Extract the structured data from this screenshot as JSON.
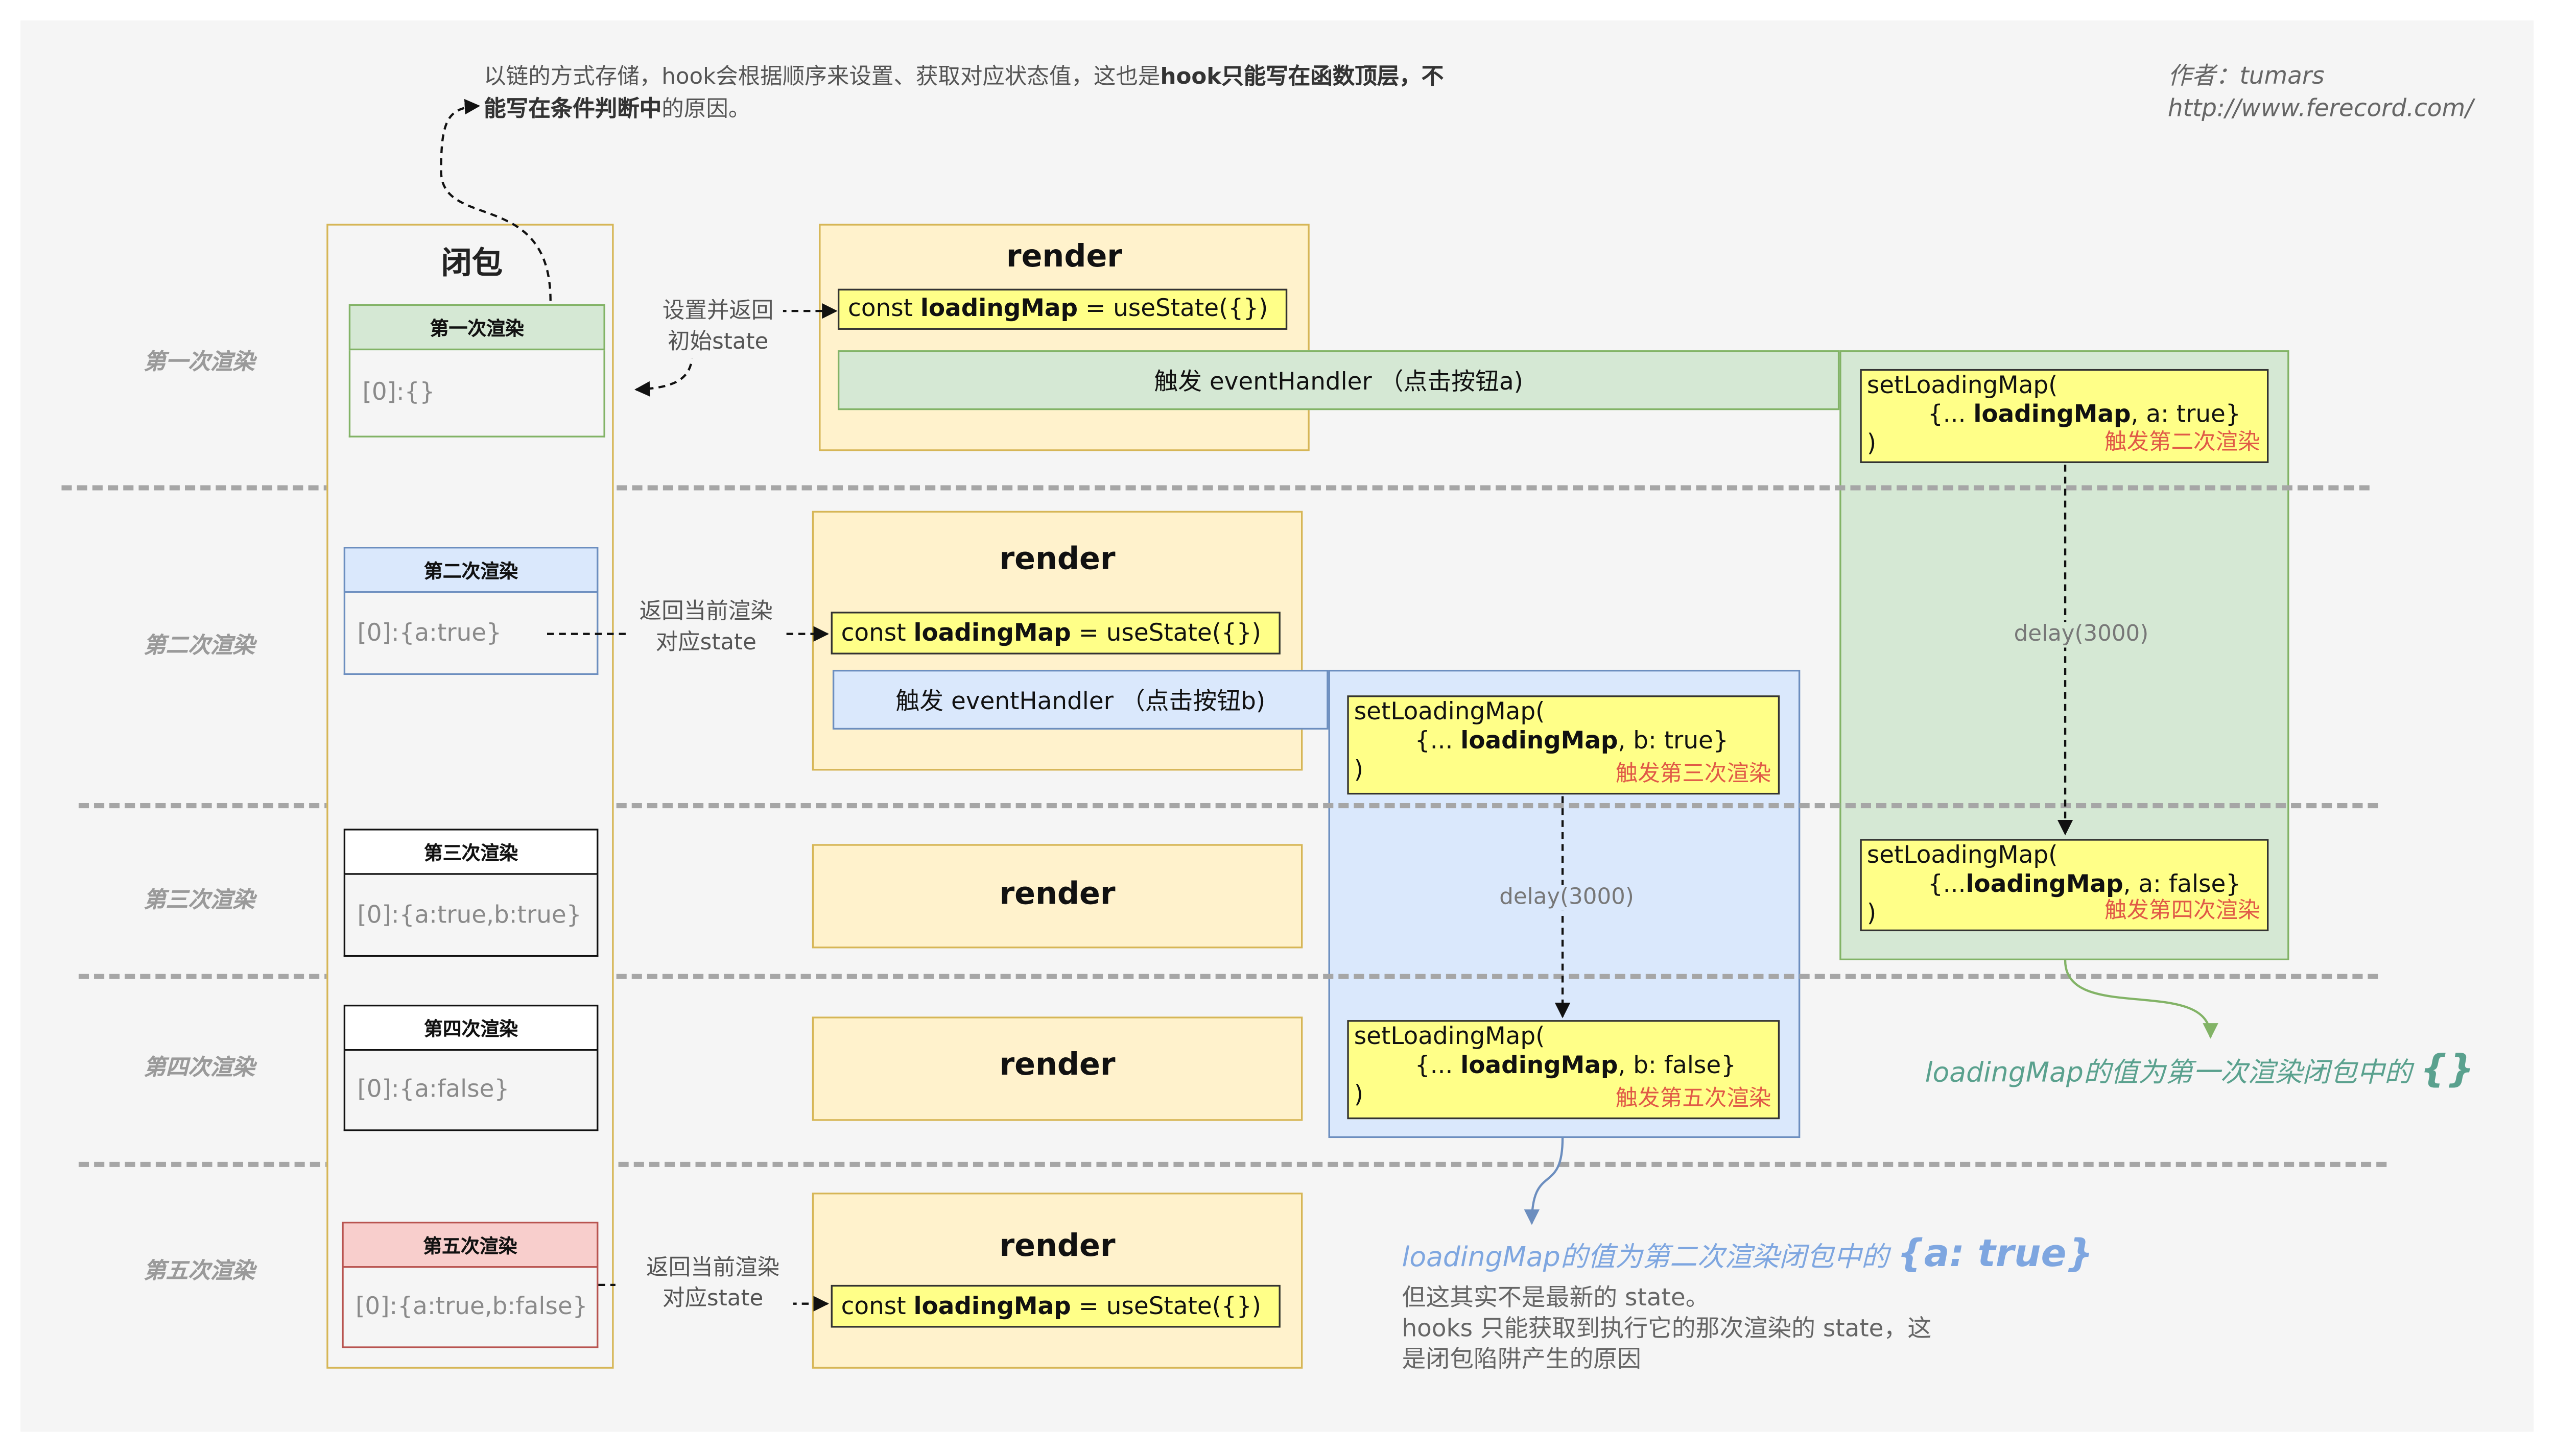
{
  "author": {
    "line1": "作者：tumars",
    "line2": "http://www.ferecord.com/"
  },
  "top_note": {
    "part1": "以链的方式存储，hook会根据顺序来设置、获取对应状态值，这也是",
    "bold": "hook只能写在函数顶层，不能写在条件判断中",
    "part2": "的原因。"
  },
  "closure_title": "闭包",
  "rows": [
    {
      "label": "第一次渲染",
      "snapshot_head": "第一次渲染",
      "snapshot_value": "[0]:{}"
    },
    {
      "label": "第二次渲染",
      "snapshot_head": "第二次渲染",
      "snapshot_value": "[0]:{a:true}"
    },
    {
      "label": "第三次渲染",
      "snapshot_head": "第三次渲染",
      "snapshot_value": "[0]:{a:true,b:true}"
    },
    {
      "label": "第四次渲染",
      "snapshot_head": "第四次渲染",
      "snapshot_value": "[0]:{a:false}"
    },
    {
      "label": "第五次渲染",
      "snapshot_head": "第五次渲染",
      "snapshot_value": "[0]:{a:true,b:false}"
    }
  ],
  "render_label": "render",
  "code": {
    "prefix": "const ",
    "var": "loadingMap",
    "suffix": " = useState({})"
  },
  "side_notes": {
    "first_line1": "设置并返回",
    "first_line2": "初始state",
    "second_line1": "返回当前渲染",
    "second_line2": "对应state",
    "fifth_line1": "返回当前渲染",
    "fifth_line2": "对应state"
  },
  "events": {
    "a": "触发 eventHandler （点击按钮a)",
    "b": "触发 eventHandler （点击按钮b)"
  },
  "set_calls": {
    "a_true": {
      "line1": "setLoadingMap(",
      "indent": "        {... ",
      "var": "loadingMap",
      "rest": ", a: true}",
      "close": ")",
      "note": "触发第二次渲染"
    },
    "a_false": {
      "line1": "setLoadingMap(",
      "indent": "        {...",
      "var": "loadingMap",
      "rest": ", a: false}",
      "close": ")",
      "note": "触发第四次渲染"
    },
    "b_true": {
      "line1": "setLoadingMap(",
      "indent": "        {... ",
      "var": "loadingMap",
      "rest": ", b: true}",
      "close": ")",
      "note": "触发第三次渲染"
    },
    "b_false": {
      "line1": "setLoadingMap(",
      "indent": "        {... ",
      "var": "loadingMap",
      "rest": ", b: false}",
      "close": ")",
      "note": "触发第五次渲染"
    }
  },
  "delay_label": "delay(3000)",
  "results": {
    "green_text": "loadingMap的值为第一次渲染闭包中的 ",
    "green_value": "{}",
    "blue_text": "loadingMap的值为第二次渲染闭包中的 ",
    "blue_value": "{a: true}",
    "explain_line1": "但这其实不是最新的 state。",
    "explain_line2": "hooks 只能获取到执行它的那次渲染的 state，这",
    "explain_line3": "是闭包陷阱产生的原因"
  },
  "colors": {
    "green_fill": "#d5e8d4",
    "green_stroke": "#82b366",
    "blue_fill": "#dae8fc",
    "blue_stroke": "#6c8ebf",
    "red_fill": "#f8cecc",
    "red_stroke": "#b85450",
    "render_fill": "#fff2cc",
    "render_stroke": "#d6b656",
    "code_fill": "#ffff88",
    "note_red": "#e05a47"
  }
}
